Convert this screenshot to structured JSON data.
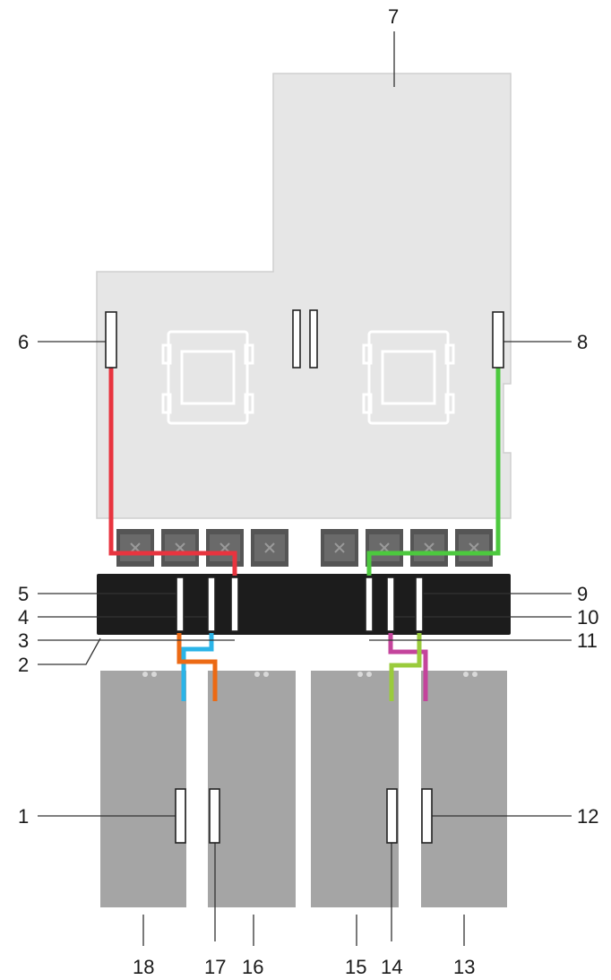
{
  "callouts": [
    {
      "id": "1",
      "label": "1"
    },
    {
      "id": "2",
      "label": "2"
    },
    {
      "id": "3",
      "label": "3"
    },
    {
      "id": "4",
      "label": "4"
    },
    {
      "id": "5",
      "label": "5"
    },
    {
      "id": "6",
      "label": "6"
    },
    {
      "id": "7",
      "label": "7"
    },
    {
      "id": "8",
      "label": "8"
    },
    {
      "id": "9",
      "label": "9"
    },
    {
      "id": "10",
      "label": "10"
    },
    {
      "id": "11",
      "label": "11"
    },
    {
      "id": "12",
      "label": "12"
    },
    {
      "id": "13",
      "label": "13"
    },
    {
      "id": "14",
      "label": "14"
    },
    {
      "id": "15",
      "label": "15"
    },
    {
      "id": "16",
      "label": "16"
    },
    {
      "id": "17",
      "label": "17"
    },
    {
      "id": "18",
      "label": "18"
    }
  ],
  "colors": {
    "board": "#e6e6e6",
    "board_outline": "#cfcfcf",
    "backplane": "#1c1c1c",
    "drive_bay": "#a5a5a5",
    "fan": "#555555",
    "connector_fill": "#ffffff",
    "connector_stroke": "#222222",
    "cable_red": "#e8343f",
    "cable_green": "#4cc93e",
    "cable_cyan": "#2ab4e8",
    "cable_orange": "#ec6a14",
    "cable_lime": "#9acb3c",
    "cable_magenta": "#c4449c",
    "leader": "#333333"
  }
}
